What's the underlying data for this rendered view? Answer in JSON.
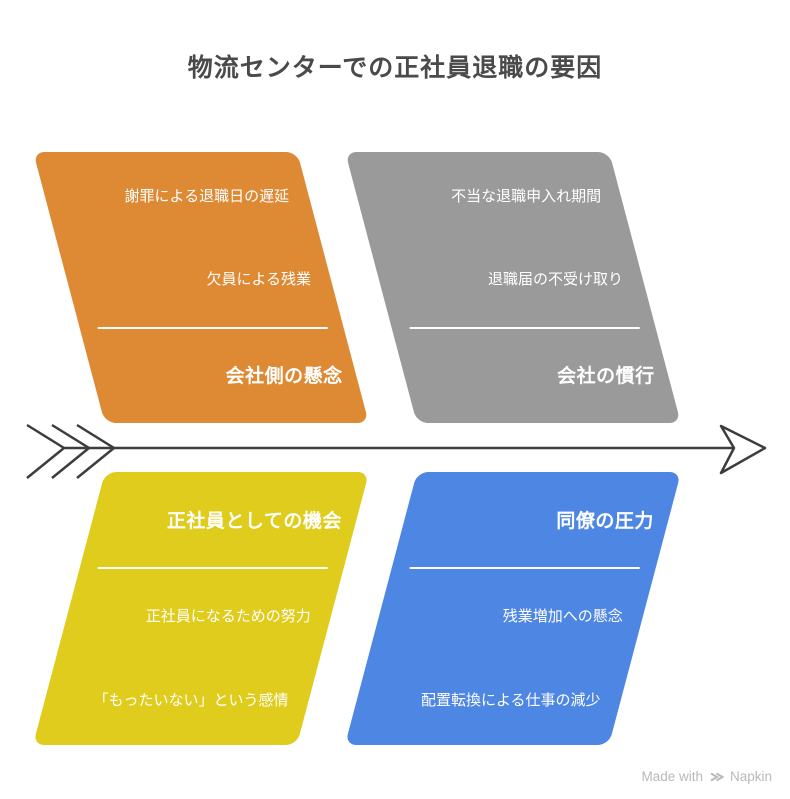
{
  "title": "物流センターでの正社員退職の要因",
  "quadrants": [
    {
      "position": "top-left",
      "color": "#DE8934",
      "title": "会社側の懸念",
      "items": [
        "謝罪による退職日の遅延",
        "欠員による残業"
      ]
    },
    {
      "position": "top-right",
      "color": "#9A9A9A",
      "title": "会社の慣行",
      "items": [
        "不当な退職申入れ期間",
        "退職届の不受け取り"
      ]
    },
    {
      "position": "bottom-left",
      "color": "#DFCC1D",
      "title": "正社員としての機会",
      "items": [
        "正社員になるための努力",
        "「もったいない」という感情"
      ]
    },
    {
      "position": "bottom-right",
      "color": "#4E86E4",
      "title": "同僚の圧力",
      "items": [
        "残業増加への懸念",
        "配置転換による仕事の減少"
      ]
    }
  ],
  "arrow": {
    "color": "#3D3D3D"
  },
  "watermark": {
    "prefix": "Made with",
    "brand": "Napkin",
    "color": "#B9B9B9"
  },
  "colors": {
    "background": "#FFFFFF",
    "title_text": "#4A4A4A",
    "card_text": "#FFFFFF"
  }
}
